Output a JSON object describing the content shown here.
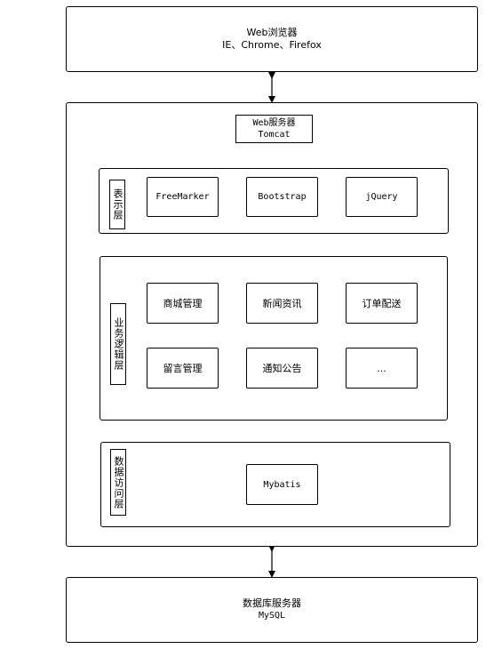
{
  "browser": {
    "title": "Web浏览器",
    "subtitle": "IE、Chrome、Firefox"
  },
  "web_server": {
    "title": "Web服务器",
    "subtitle": "Tomcat"
  },
  "presentation_layer": {
    "label": "表示层",
    "items": [
      "FreeMarker",
      "Bootstrap",
      "jQuery"
    ]
  },
  "business_layer": {
    "label": "业务逻辑层",
    "items": [
      "商城管理",
      "新闻资讯",
      "订单配送",
      "留言管理",
      "通知公告",
      "..."
    ]
  },
  "data_access_layer": {
    "label": "数据访问层",
    "items": [
      "Mybatis"
    ]
  },
  "database": {
    "title": "数据库服务器",
    "subtitle": "MySQL"
  }
}
